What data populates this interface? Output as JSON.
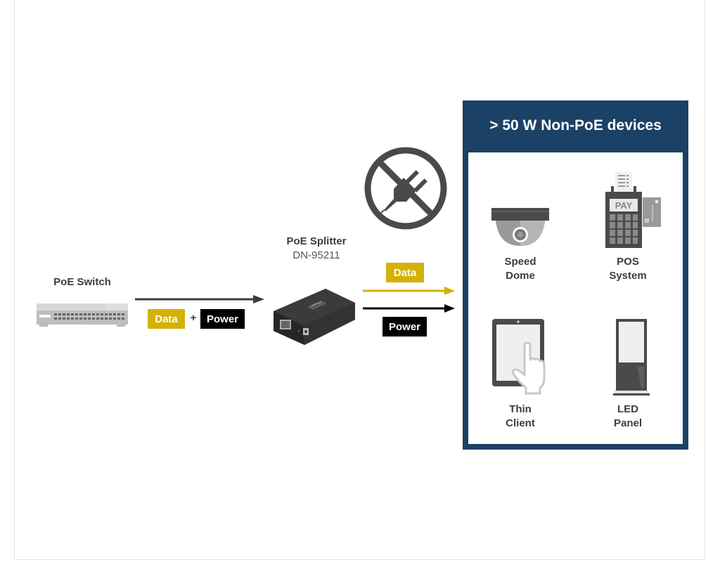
{
  "switch": {
    "label": "PoE Switch"
  },
  "input_tags": {
    "data": "Data",
    "plus": "+",
    "power": "Power"
  },
  "splitter": {
    "name": "PoE Splitter",
    "model": "DN-95211",
    "brand": "DIGITUS"
  },
  "output_tags": {
    "data": "Data",
    "power": "Power"
  },
  "no_power_icon": "no-power-plug-icon",
  "panel": {
    "title": "> 50 W Non-PoE devices",
    "devices": [
      {
        "line1": "Speed",
        "line2": "Dome",
        "icon": "dome-camera-icon"
      },
      {
        "line1": "POS",
        "line2": "System",
        "icon": "pos-terminal-icon",
        "screen_text": "PAY"
      },
      {
        "line1": "Thin",
        "line2": "Client",
        "icon": "tablet-touch-icon"
      },
      {
        "line1": "LED",
        "line2": "Panel",
        "icon": "led-panel-icon"
      }
    ]
  },
  "colors": {
    "data_yellow": "#d4b106",
    "power_black": "#000000",
    "panel_blue": "#1c4166",
    "icon_gray": "#4a4a4a"
  }
}
